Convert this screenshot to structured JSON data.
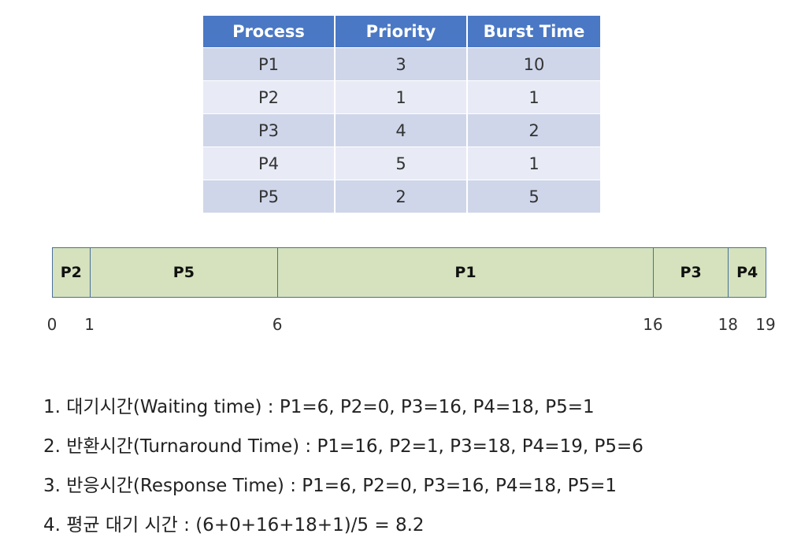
{
  "table": {
    "headers": [
      "Process",
      "Priority",
      "Burst Time"
    ],
    "rows": [
      [
        "P1",
        "3",
        "10"
      ],
      [
        "P2",
        "1",
        "1"
      ],
      [
        "P3",
        "4",
        "2"
      ],
      [
        "P4",
        "5",
        "1"
      ],
      [
        "P5",
        "2",
        "5"
      ]
    ]
  },
  "gantt": {
    "segments": [
      {
        "label": "P2",
        "start": 0,
        "end": 1
      },
      {
        "label": "P5",
        "start": 1,
        "end": 6
      },
      {
        "label": "P1",
        "start": 6,
        "end": 16
      },
      {
        "label": "P3",
        "start": 16,
        "end": 18
      },
      {
        "label": "P4",
        "start": 18,
        "end": 19
      }
    ],
    "ticks": [
      "0",
      "1",
      "6",
      "16",
      "18",
      "19"
    ],
    "fill_color": "#d5e2bd"
  },
  "results": [
    "1. 대기시간(Waiting time) : P1=6, P2=0, P3=16, P4=18, P5=1",
    "2. 반환시간(Turnaround Time) : P1=16, P2=1, P3=18, P4=19, P5=6",
    "3. 반응시간(Response Time) : P1=6, P2=0, P3=16, P4=18, P5=1",
    "4. 평균 대기 시간 : (6+0+16+18+1)/5 = 8.2"
  ]
}
